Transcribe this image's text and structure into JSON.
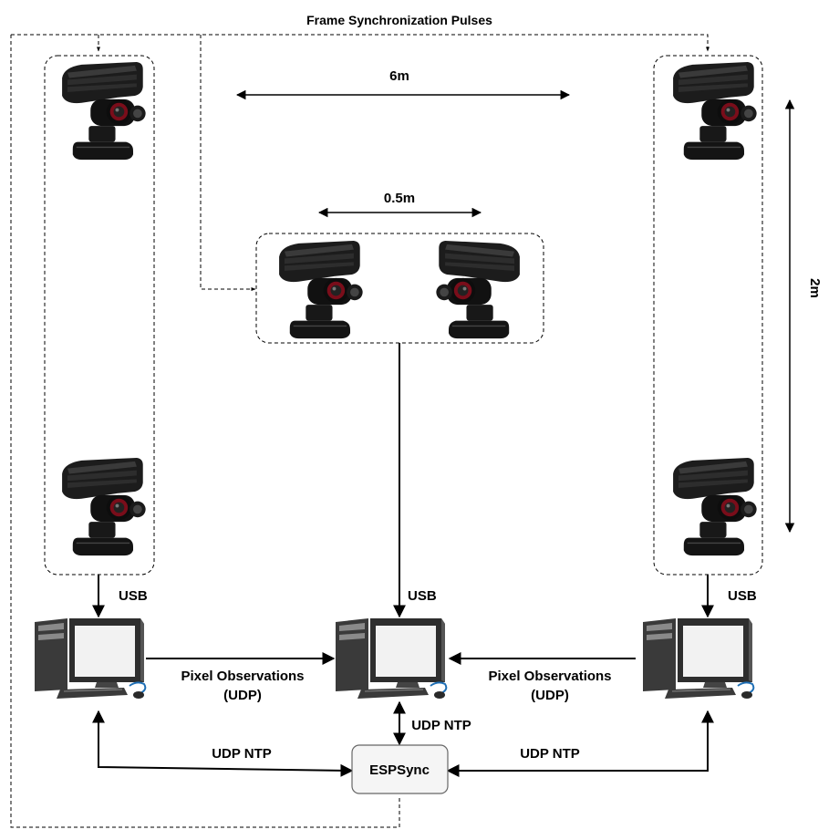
{
  "title": "Frame Synchronization Pulses",
  "dimensions": {
    "width_label": "6m",
    "baseline_label": "0.5m",
    "height_label": "2m"
  },
  "links": {
    "usb_label": "USB",
    "pixel_obs_line1": "Pixel Observations",
    "pixel_obs_line2": "(UDP)",
    "udp_ntp_label": "UDP NTP"
  },
  "sync_box": {
    "label": "ESPSync"
  },
  "colors": {
    "line": "#000000",
    "sync_box_fill": "#f5f5f5",
    "sync_box_stroke": "#666666",
    "monitor_dark": "#3a3a3a",
    "mouse_cable": "#1e6fb5"
  },
  "icons": {
    "camera": "ps-eye-camera-icon",
    "computer": "desktop-computer-icon"
  }
}
